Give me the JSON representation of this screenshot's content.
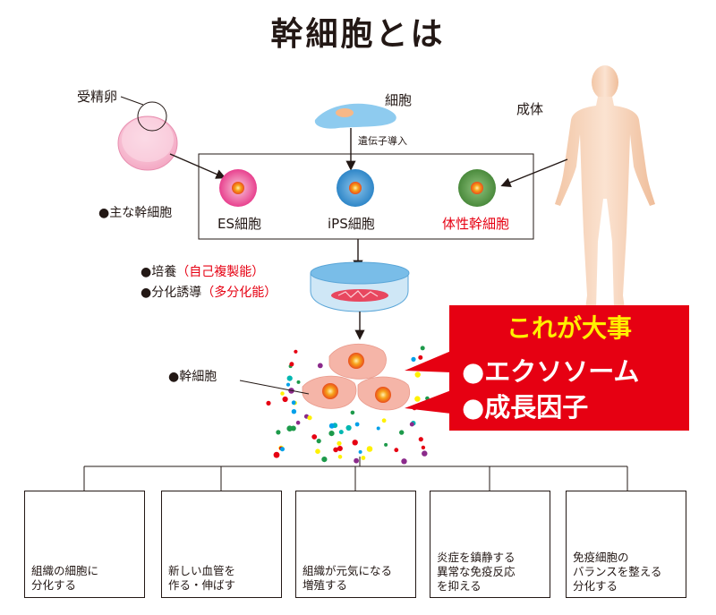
{
  "title": "幹細胞とは",
  "sources": {
    "fertilized_egg": "受精卵",
    "cell": "細胞",
    "adult": "成体",
    "gene_transfer": "遺伝子導入"
  },
  "main_stem_cells": {
    "label": "●主な幹細胞",
    "items": [
      {
        "name": "ES細胞",
        "color": "#e8408e"
      },
      {
        "name": "iPS細胞",
        "color": "#2e86c8"
      },
      {
        "name": "体性幹細胞",
        "color": "#4a8a3c"
      }
    ]
  },
  "culture": {
    "culture_label": "●培養",
    "culture_note": "（自己複製能）",
    "induction_label": "●分化誘導",
    "induction_note": "（多分化能）"
  },
  "stem_cell_label": "●幹細胞",
  "callout": {
    "heading": "これが大事",
    "items": [
      "●エクソソーム",
      "●成長因子"
    ]
  },
  "effects": [
    {
      "lines": [
        "組織の細胞に",
        "分化する"
      ]
    },
    {
      "lines": [
        "新しい血管を",
        "作る・伸ばす"
      ]
    },
    {
      "lines": [
        "組織が元気になる",
        "増殖する"
      ]
    },
    {
      "lines": [
        "炎症を鎮静する",
        "異常な免疫反応",
        "を抑える"
      ]
    },
    {
      "lines": [
        "免疫細胞の",
        "バランスを整える",
        "分化する"
      ]
    }
  ],
  "colors": {
    "accent_red": "#e60012",
    "callout_heading": "#fff000",
    "cell_pink": "#f5b5a8",
    "nucleus_orange": "#f08300"
  }
}
